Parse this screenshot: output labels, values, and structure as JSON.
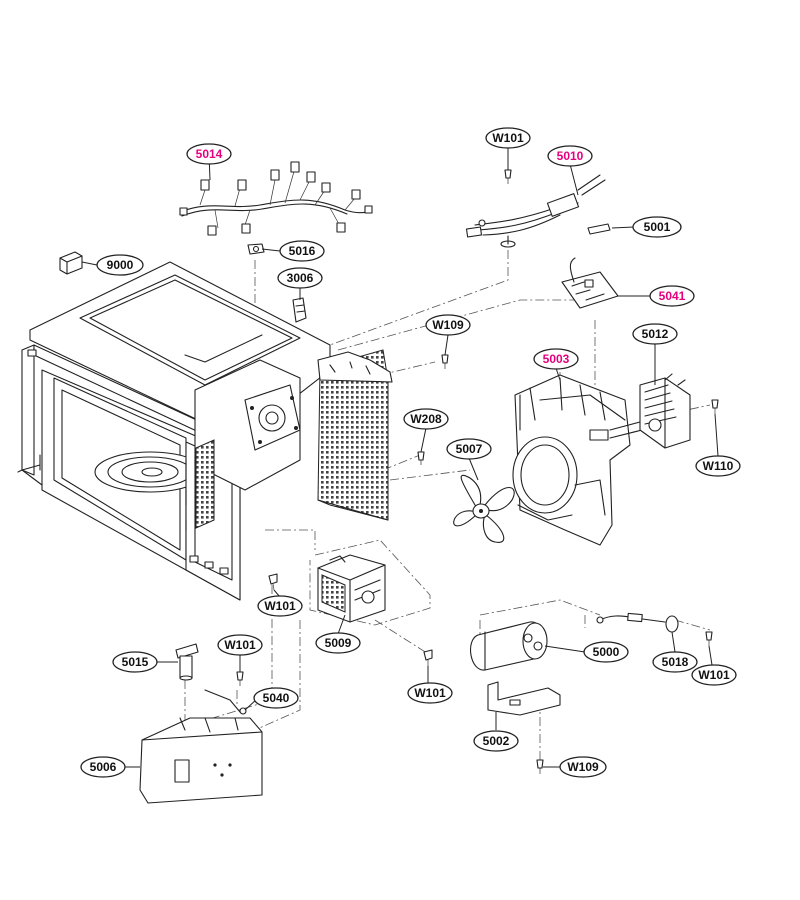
{
  "diagram": {
    "type": "exploded-parts-view",
    "highlight_color": "#e6007e",
    "text_color": "#111111",
    "callouts": [
      {
        "id": "5014",
        "label": "5014",
        "highlight": true
      },
      {
        "id": "W101a",
        "label": "W101",
        "highlight": false
      },
      {
        "id": "5010",
        "label": "5010",
        "highlight": true
      },
      {
        "id": "5001",
        "label": "5001",
        "highlight": false
      },
      {
        "id": "9000",
        "label": "9000",
        "highlight": false
      },
      {
        "id": "5016",
        "label": "5016",
        "highlight": false
      },
      {
        "id": "3006",
        "label": "3006",
        "highlight": false
      },
      {
        "id": "5041",
        "label": "5041",
        "highlight": true
      },
      {
        "id": "W109a",
        "label": "W109",
        "highlight": false
      },
      {
        "id": "5012",
        "label": "5012",
        "highlight": false
      },
      {
        "id": "5003",
        "label": "5003",
        "highlight": true
      },
      {
        "id": "W208",
        "label": "W208",
        "highlight": false
      },
      {
        "id": "5007",
        "label": "5007",
        "highlight": false
      },
      {
        "id": "W110",
        "label": "W110",
        "highlight": false
      },
      {
        "id": "W101b",
        "label": "W101",
        "highlight": false
      },
      {
        "id": "5009",
        "label": "5009",
        "highlight": false
      },
      {
        "id": "5015",
        "label": "5015",
        "highlight": false
      },
      {
        "id": "W101c",
        "label": "W101",
        "highlight": false
      },
      {
        "id": "5040",
        "label": "5040",
        "highlight": false
      },
      {
        "id": "W101d",
        "label": "W101",
        "highlight": false
      },
      {
        "id": "5000",
        "label": "5000",
        "highlight": false
      },
      {
        "id": "5018",
        "label": "5018",
        "highlight": false
      },
      {
        "id": "W101e",
        "label": "W101",
        "highlight": false
      },
      {
        "id": "5002",
        "label": "5002",
        "highlight": false
      },
      {
        "id": "5006",
        "label": "5006",
        "highlight": false
      },
      {
        "id": "W109b",
        "label": "W109",
        "highlight": false
      }
    ]
  }
}
